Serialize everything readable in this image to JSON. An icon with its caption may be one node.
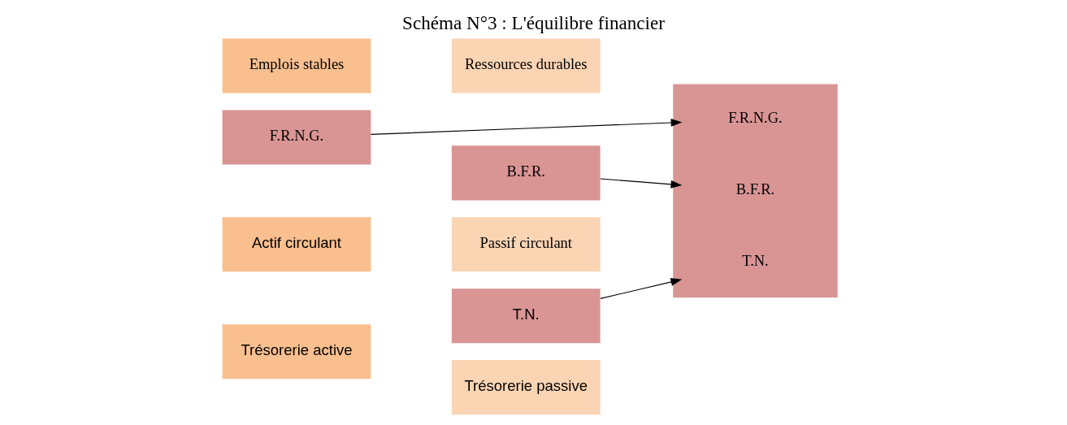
{
  "diagram": {
    "title": "Schéma N°3 : L'équilibre financier",
    "nodes": [
      {
        "text": [
          "Emplois stables"
        ]
      },
      {
        "text": [
          "F.R.N.G."
        ]
      },
      {
        "text": [
          "Ressources durables"
        ]
      },
      {
        "text": [
          "Actif circulant"
        ]
      },
      {
        "text": [
          "Passif circulant"
        ]
      },
      {
        "text": [
          "B.F.R."
        ]
      },
      {
        "text": [
          "Trésorerie active"
        ]
      },
      {
        "text": [
          "Trésorerie passive"
        ]
      },
      {
        "text": [
          "T.N."
        ]
      },
      {
        "text": [],
        "shape": "box"
      },
      {
        "text": [
          "B.F.R."
        ],
        "in": 9
      },
      {
        "text": [
          "F.R.N.G."
        ],
        "in": 9
      },
      {
        "text": [
          "T.N."
        ],
        "in": 9
      }
    ],
    "edges": [
      {
        "from": 1,
        "to": 11,
        "arrow": "to"
      },
      {
        "from": 5,
        "to": 10,
        "arrow": "to"
      },
      {
        "from": 8,
        "to": 12,
        "arrow": "to"
      }
    ]
  }
}
